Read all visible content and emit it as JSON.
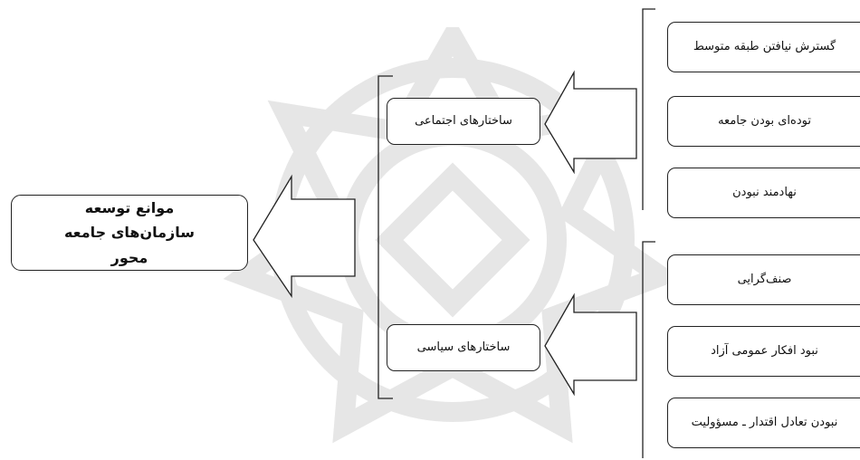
{
  "main_box": {
    "label": "موانع توسعه سازمان‌های جامعه محور"
  },
  "categories": [
    {
      "label": "ساختارهای اجتماعی"
    },
    {
      "label": "ساختارهای سیاسی"
    }
  ],
  "factors": [
    {
      "label": "گسترش نیافتن طبقه متوسط"
    },
    {
      "label": "توده‌ای بودن جامعه"
    },
    {
      "label": "نهادمند نبودن"
    },
    {
      "label": "صنف‌گرایی"
    },
    {
      "label": "نبود افکار عمومی آزاد"
    },
    {
      "label": "نبودن تعادل اقتدار ـ مسؤولیت"
    }
  ]
}
